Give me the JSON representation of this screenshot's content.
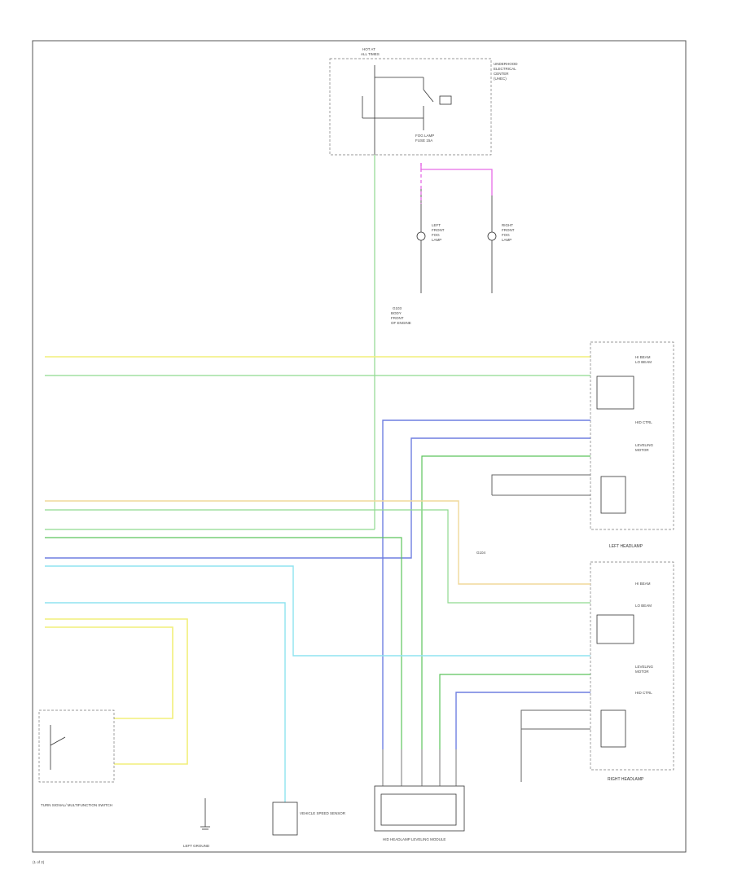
{
  "colors": {
    "yellow": "#f2ef7a",
    "light_green": "#8fd98f",
    "green": "#5cc45c",
    "blue": "#6f7fe0",
    "light_blue": "#8fe3f0",
    "tan": "#f0d89a",
    "pink": "#e66ce6",
    "gray_wire": "#666666"
  },
  "footer": {
    "code": "(1 of 2)"
  },
  "components": {
    "left_headlamp": "LEFT HEADLAMP",
    "right_headlamp": "RIGHT HEADLAMP",
    "module": "HID HEADLAMP LEVELING MODULE",
    "turn_signal_switch": "TURN SIGNAL/ MULTIFUNCTION SWITCH",
    "left_ground": "LEFT GROUND",
    "vehicle_speed_sensor": "VEHICLE SPEED SENSOR"
  }
}
